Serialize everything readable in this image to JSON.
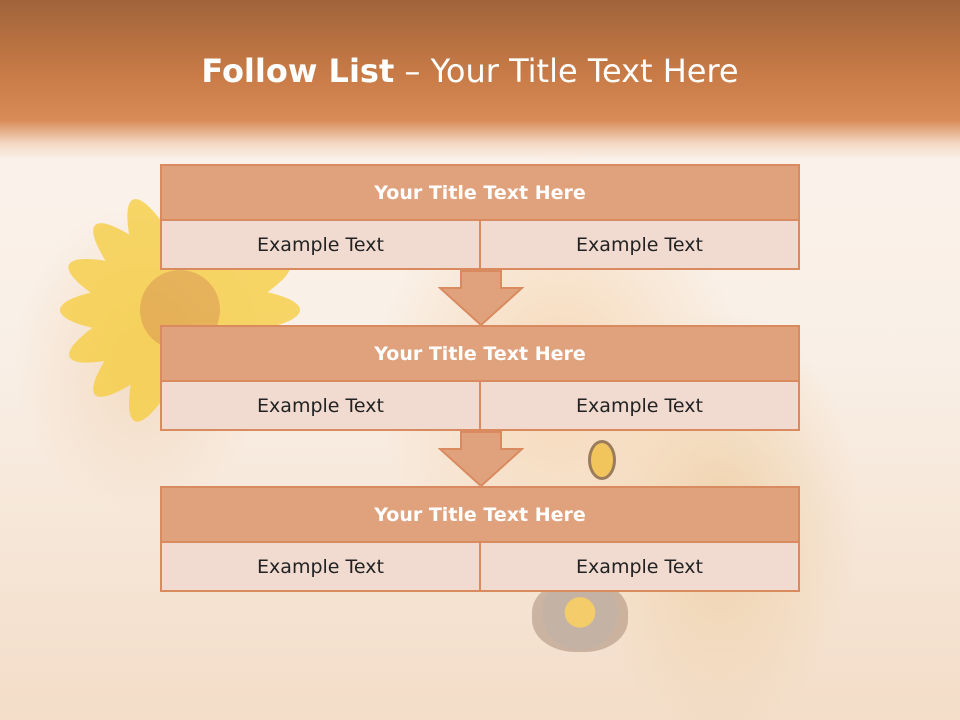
{
  "slide": {
    "title_bold": "Follow List",
    "title_rest": " – Your Title Text Here"
  },
  "blocks": [
    {
      "title": "Your Title Text Here",
      "left": "Example Text",
      "right": "Example Text"
    },
    {
      "title": "Your Title Text Here",
      "left": "Example Text",
      "right": "Example Text"
    },
    {
      "title": "Your Title Text Here",
      "left": "Example Text",
      "right": "Example Text"
    }
  ],
  "colors": {
    "header": "#c77a46",
    "box_title": "#e0a27c",
    "box_cell": "#f1dbd1",
    "border": "#d98a5f"
  }
}
